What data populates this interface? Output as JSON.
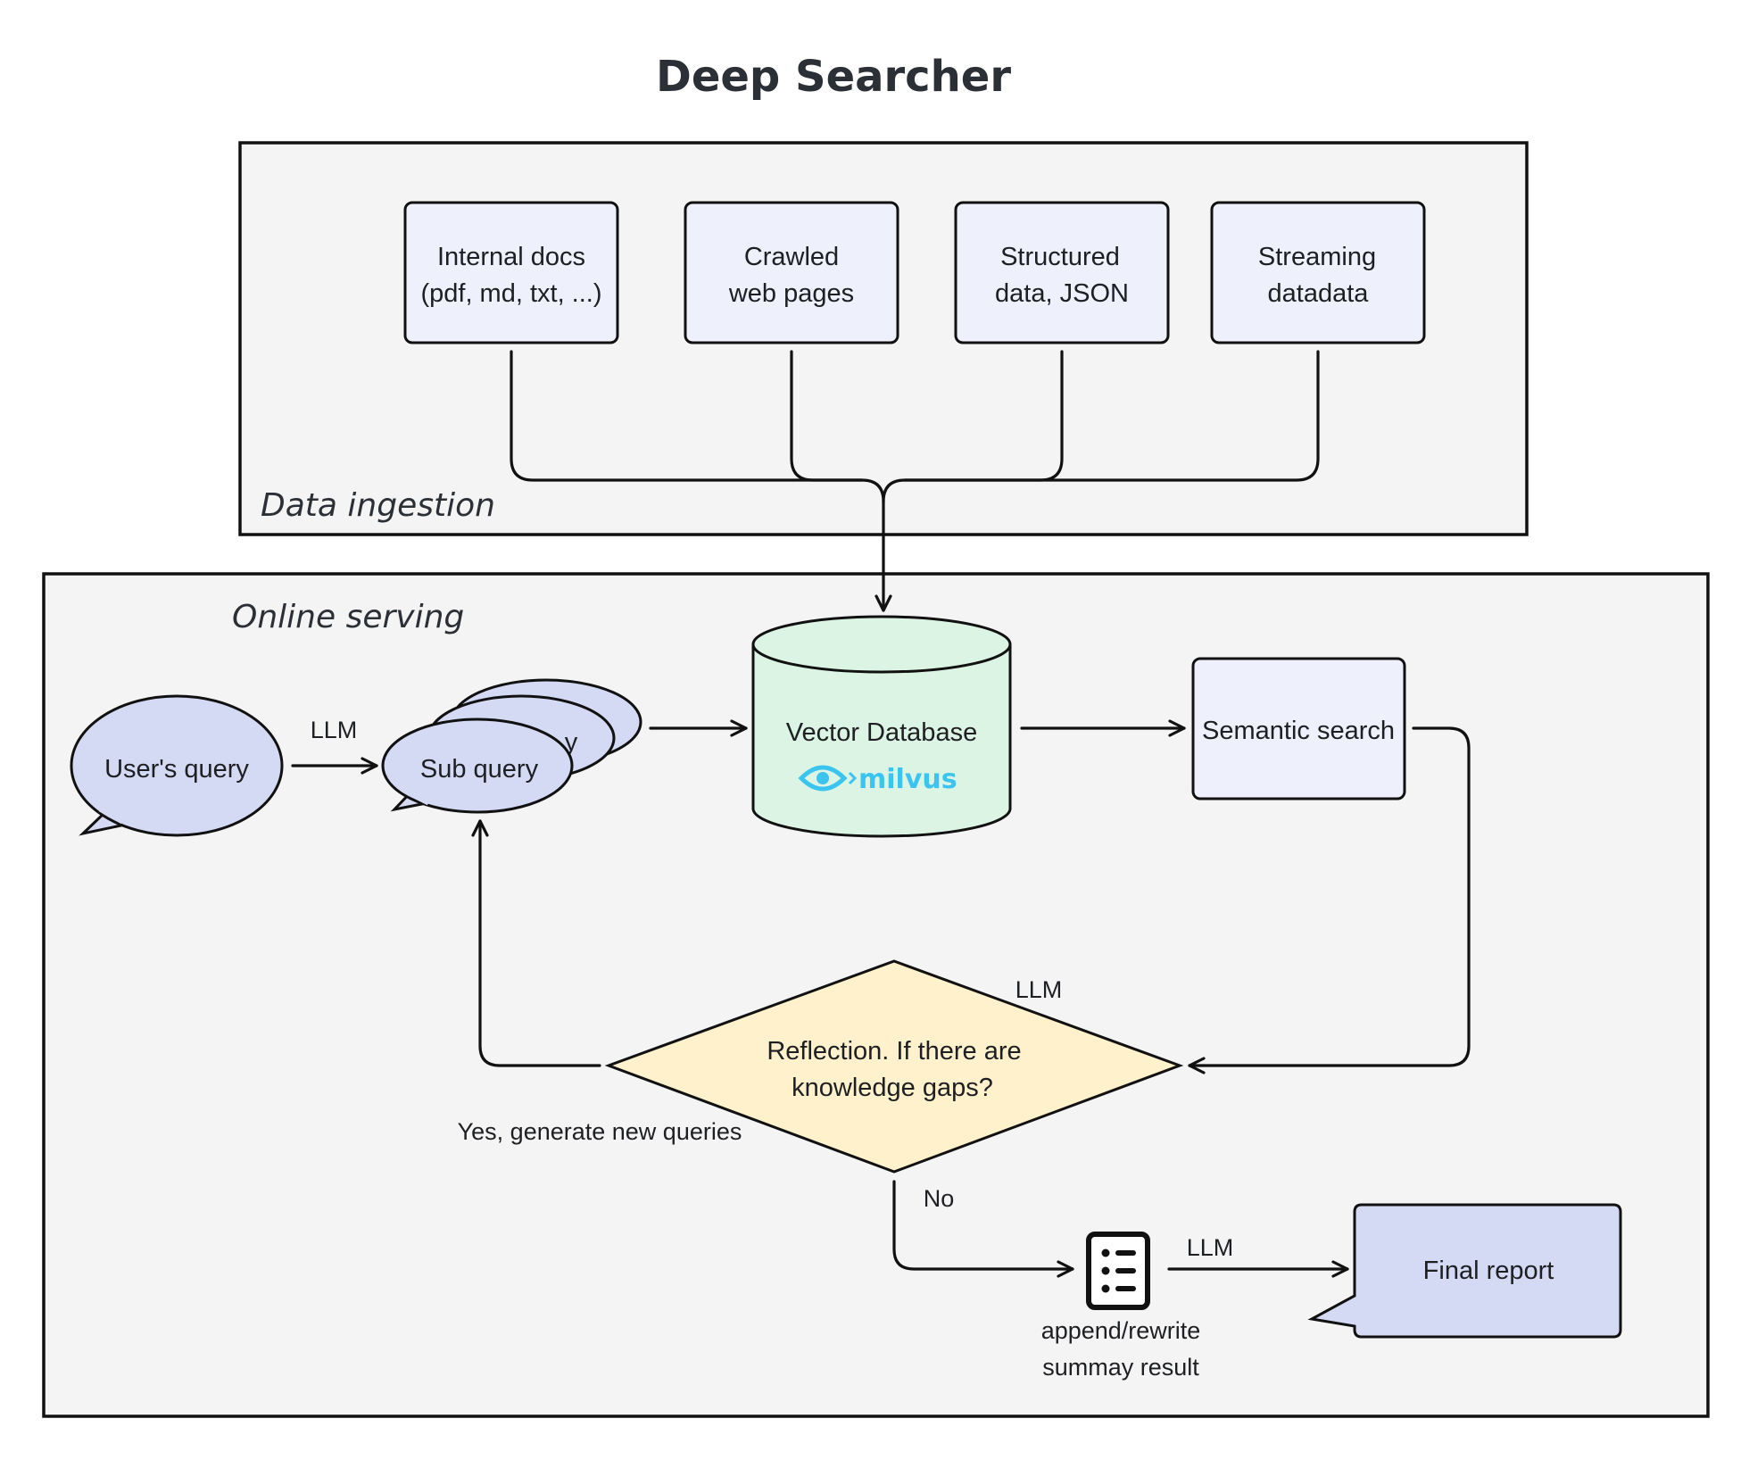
{
  "title": "Deep Searcher",
  "sections": {
    "ingestion": "Data ingestion",
    "serving": "Online serving"
  },
  "sources": [
    {
      "line1": "Internal docs",
      "line2": "(pdf, md, txt, ...)"
    },
    {
      "line1": "Crawled",
      "line2": "web pages"
    },
    {
      "line1": "Structured",
      "line2": "data, JSON"
    },
    {
      "line1": "Streaming",
      "line2": "datadata"
    }
  ],
  "nodes": {
    "user_query": "User's query",
    "sub_query": "Sub query",
    "sub_query_back_fragment": "y",
    "vector_db": "Vector Database",
    "milvus_logo": "milvus",
    "semantic_search": "Semantic search",
    "reflection_line1": "Reflection. If there are",
    "reflection_line2": "knowledge gaps?",
    "summary_line1": "append/rewrite",
    "summary_line2": "summay result",
    "final_report": "Final report"
  },
  "edges": {
    "llm_user_to_sub": "LLM",
    "llm_reflection": "LLM",
    "yes_label": "Yes, generate new queries",
    "no_label": "No",
    "llm_summary_to_report": "LLM"
  },
  "colors": {
    "source_box": "#eef0fb",
    "query_bubble": "#d5daf4",
    "vector_db": "#dcf4e4",
    "decision": "#fff1cc",
    "final_report": "#d5daf4",
    "section_bg": "#f4f4f4",
    "milvus_brand": "#3bc4ef"
  },
  "icons": {
    "summary": "document-list-icon",
    "milvus": "milvus-eye-icon"
  }
}
